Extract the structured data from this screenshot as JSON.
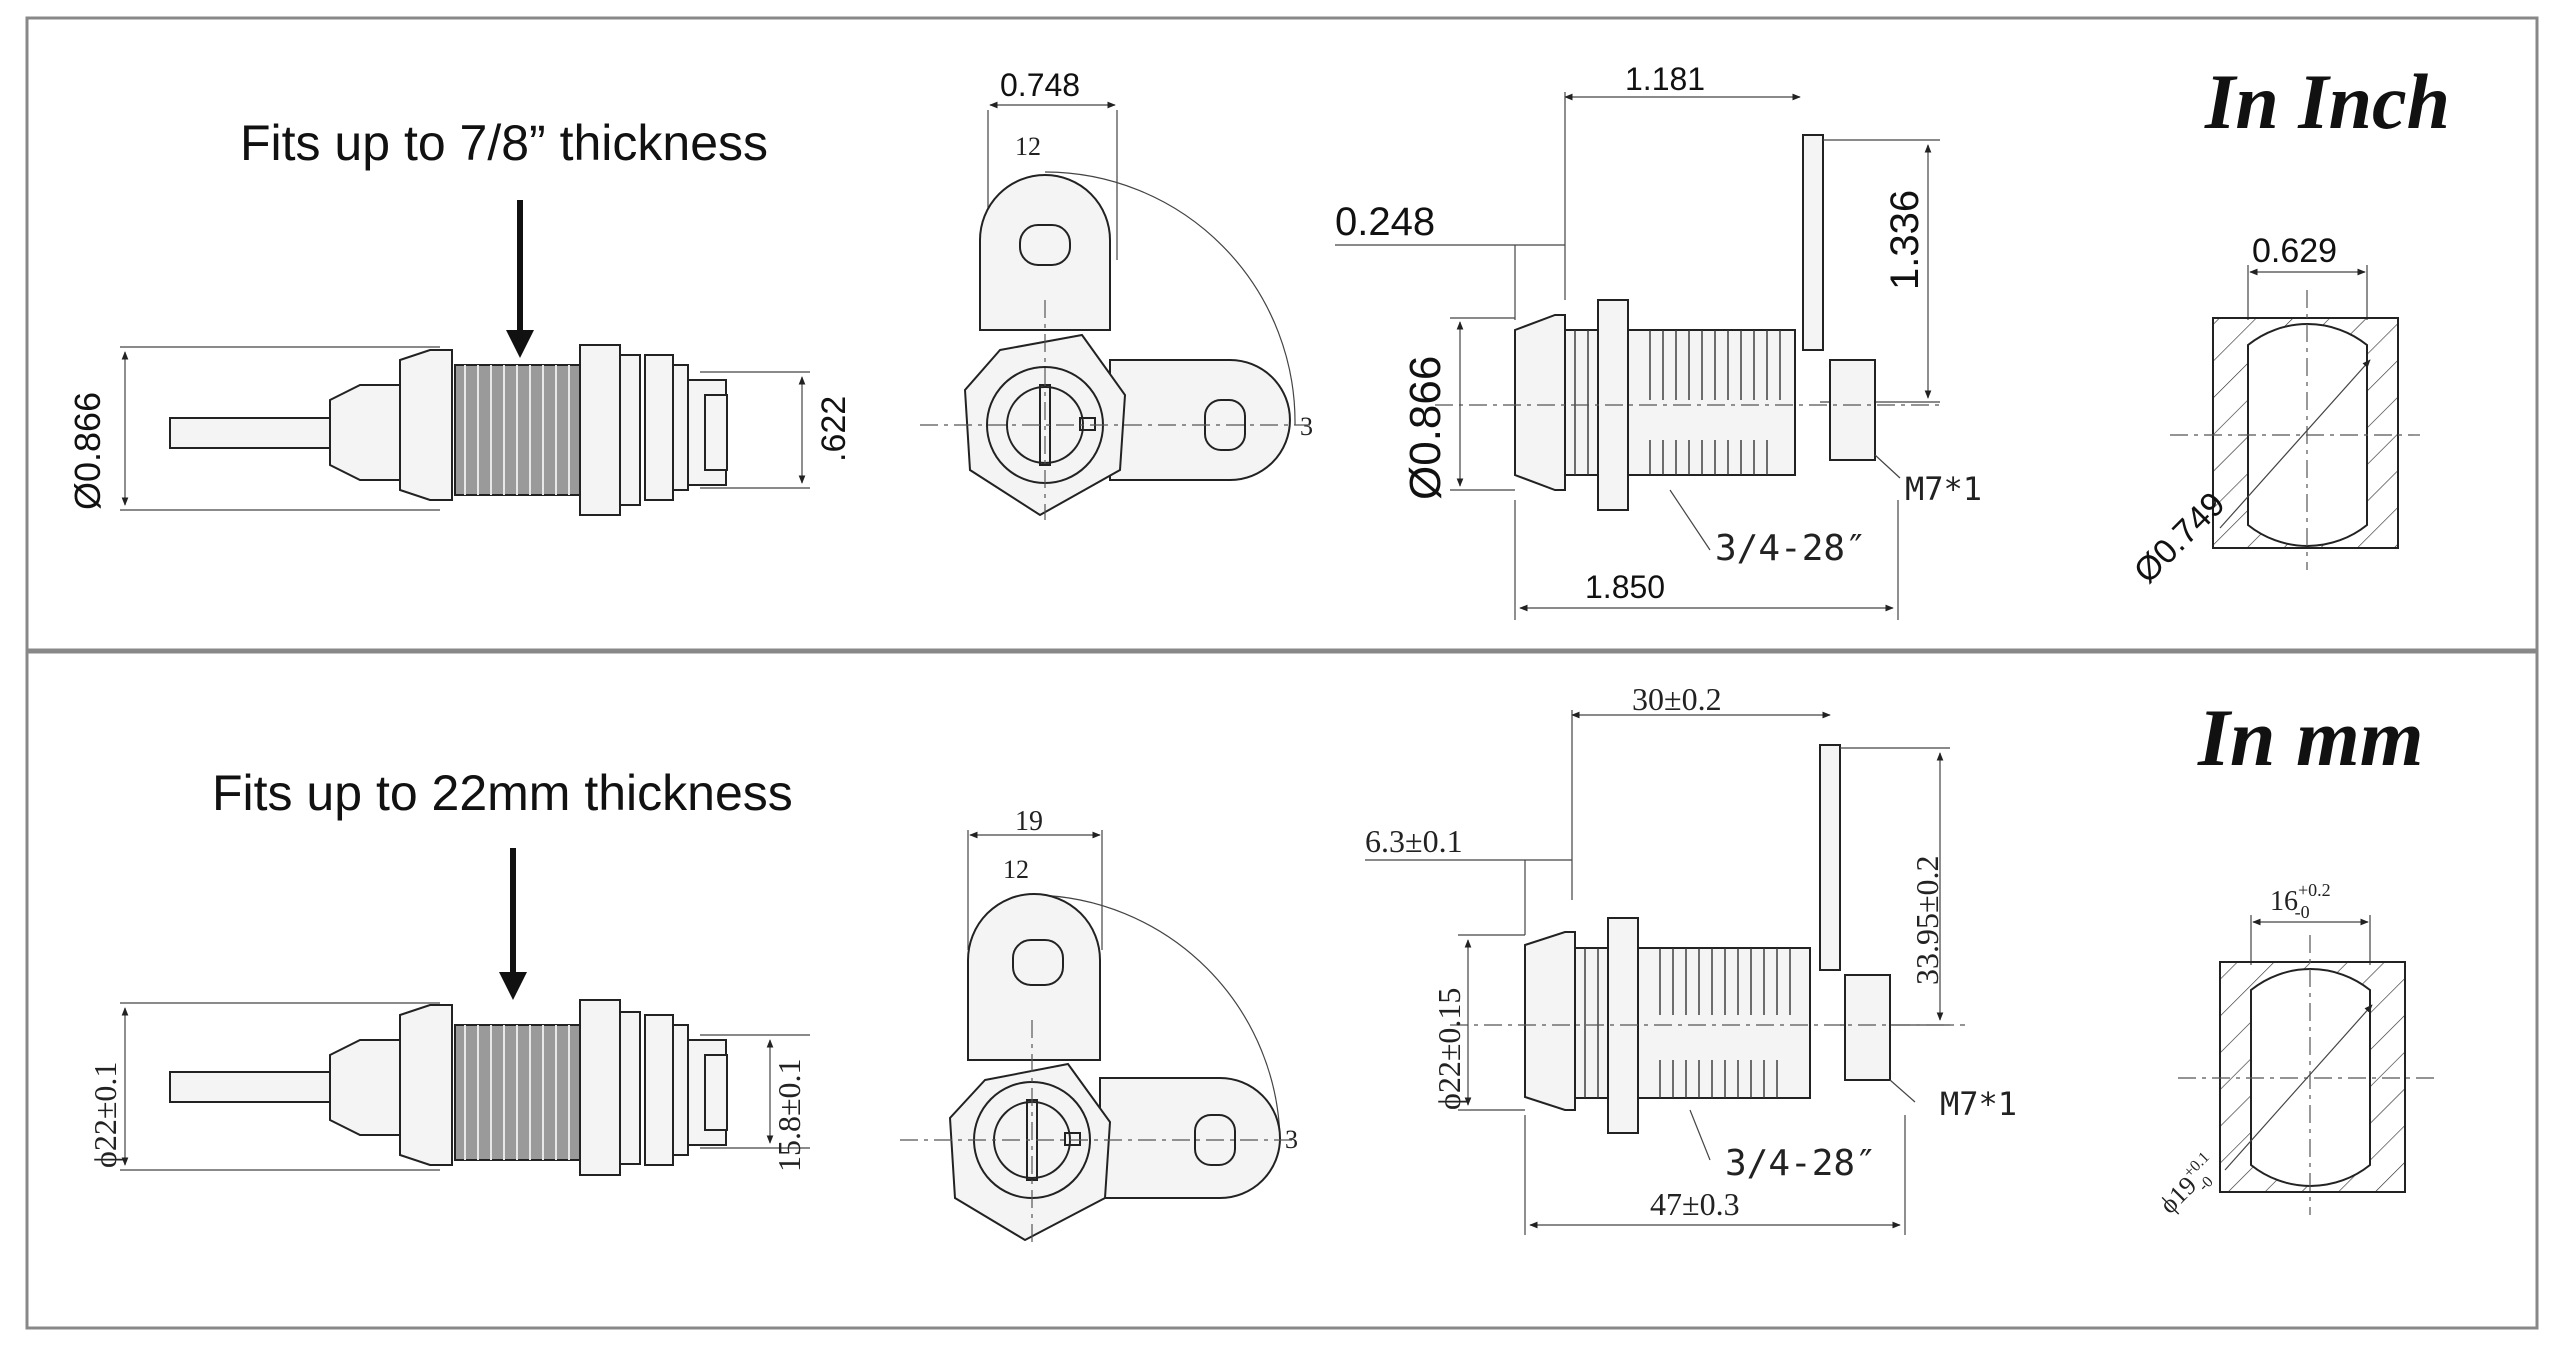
{
  "inch_panel": {
    "title": "In Inch",
    "side_view": {
      "fit_note": "Fits up to 7/8” thickness",
      "dia": "Ø0.866",
      "nut_height": ".622"
    },
    "front_view": {
      "width": "0.748",
      "pos_12": "12",
      "pos_3": "3"
    },
    "assembly": {
      "length_top": "1.181",
      "flange": "0.248",
      "dia": "Ø0.866",
      "cam_height": "1.336",
      "nut": "M7*1",
      "thread": "3/4-28″",
      "length_total": "1.850"
    },
    "cutout": {
      "flat": "0.629",
      "dia": "Ø0.749"
    }
  },
  "mm_panel": {
    "title": "In mm",
    "side_view": {
      "fit_note": "Fits up to 22mm thickness",
      "dia": "ϕ22±0.1",
      "nut_height": "15.8±0.1"
    },
    "front_view": {
      "width": "19",
      "pos_12": "12",
      "pos_3": "3"
    },
    "assembly": {
      "length_top": "30±0.2",
      "flange": "6.3±0.1",
      "dia": "ϕ22±0.15",
      "cam_height": "33.95±0.2",
      "nut": "M7*1",
      "thread": "3/4-28″",
      "length_total": "47±0.3"
    },
    "cutout": {
      "flat_base": "16",
      "flat_tol_upper": "+0.2",
      "flat_tol_lower": "-0",
      "dia_base": "ϕ19",
      "dia_tol_upper": "+0.1",
      "dia_tol_lower": "-0"
    }
  }
}
